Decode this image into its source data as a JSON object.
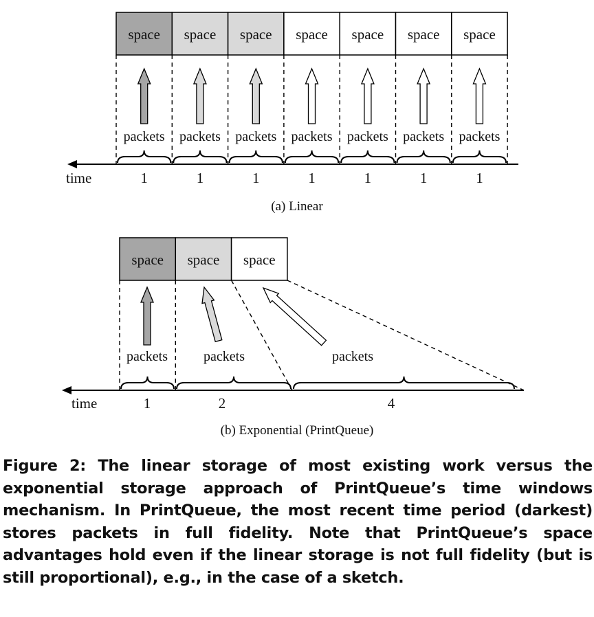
{
  "figure_a": {
    "cells": [
      {
        "label": "space",
        "fill": "#a6a6a6"
      },
      {
        "label": "space",
        "fill": "#d9d9d9"
      },
      {
        "label": "space",
        "fill": "#d9d9d9"
      },
      {
        "label": "space",
        "fill": "#ffffff"
      },
      {
        "label": "space",
        "fill": "#ffffff"
      },
      {
        "label": "space",
        "fill": "#ffffff"
      },
      {
        "label": "space",
        "fill": "#ffffff"
      }
    ],
    "packets_label": "packets",
    "durations": [
      "1",
      "1",
      "1",
      "1",
      "1",
      "1",
      "1"
    ],
    "time_label": "time",
    "subcaption": "(a)  Linear"
  },
  "figure_b": {
    "cells": [
      {
        "label": "space",
        "fill": "#a6a6a6"
      },
      {
        "label": "space",
        "fill": "#d9d9d9"
      },
      {
        "label": "space",
        "fill": "#ffffff"
      }
    ],
    "packets_label": "packets",
    "durations": [
      "1",
      "2",
      "4"
    ],
    "time_label": "time",
    "subcaption": "(b)  Exponential (PrintQueue)"
  },
  "caption": "Figure 2: The linear storage of most existing work versus the exponential storage approach of PrintQueue’s time windows mechanism. In PrintQueue, the most recent time period (darkest) stores packets in full fidelity. Note that PrintQueue’s space advantages hold even if the linear storage is not full fidelity (but is still proportional), e.g., in the case of a sketch."
}
